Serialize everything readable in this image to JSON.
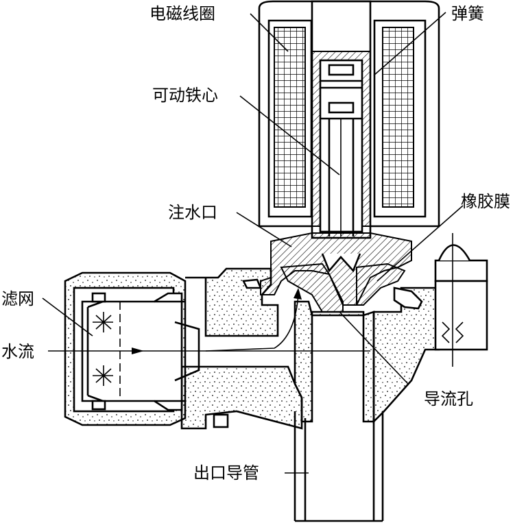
{
  "labels": {
    "coil": "电磁线圈",
    "spring": "弹簧",
    "plunger": "可动铁心",
    "inlet_port": "注水口",
    "diaphragm": "橡胶膜",
    "filter": "滤网",
    "water_flow": "水流",
    "guide_hole": "导流孔",
    "outlet_pipe": "出口导管"
  }
}
